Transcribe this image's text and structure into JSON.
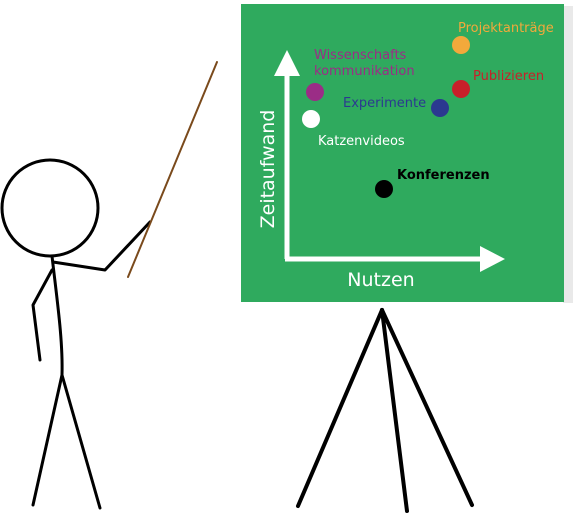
{
  "board": {
    "x_axis_label": "Nutzen",
    "y_axis_label": "Zeitaufwand",
    "colors": {
      "board": "#2faa5e",
      "axis": "#ffffff",
      "pointer": "#7a4a1c",
      "figure": "#000000"
    },
    "points": [
      {
        "label_lines": [
          "Projektanträge"
        ],
        "color": "#f2a93b",
        "nutzen": "very high",
        "zeitaufwand": "very high"
      },
      {
        "label_lines": [
          "Wissenschafts",
          "kommunikation"
        ],
        "color": "#9b2d86",
        "nutzen": "low",
        "zeitaufwand": "high"
      },
      {
        "label_lines": [
          "Publizieren"
        ],
        "color": "#c8202a",
        "nutzen": "very high",
        "zeitaufwand": "high"
      },
      {
        "label_lines": [
          "Experimente"
        ],
        "color": "#2b3990",
        "nutzen": "high",
        "zeitaufwand": "high"
      },
      {
        "label_lines": [
          "Katzenvideos"
        ],
        "color": "#ffffff",
        "nutzen": "very low",
        "zeitaufwand": "high"
      },
      {
        "label_lines": [
          "Konferenzen"
        ],
        "color": "#000000",
        "nutzen": "medium",
        "zeitaufwand": "medium"
      }
    ]
  }
}
